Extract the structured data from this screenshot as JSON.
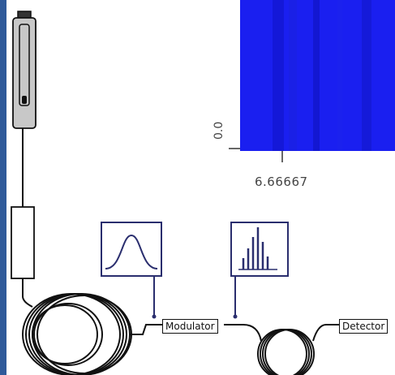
{
  "plot": {
    "y_tick": "0.0",
    "x_tick": "6.66667",
    "fill_color": "#1a1ff0"
  },
  "diagram": {
    "modulator_label": "Modulator",
    "detector_label": "Detector",
    "input_spectrum_icon": "single-peak-spectrum-icon",
    "output_spectrum_icon": "comb-spectrum-icon",
    "line_color": "#111111",
    "frame_color": "#2a2e6e"
  },
  "colors": {
    "edge_accent": "#2f5a9a",
    "probe_body": "#c8c8c8"
  }
}
